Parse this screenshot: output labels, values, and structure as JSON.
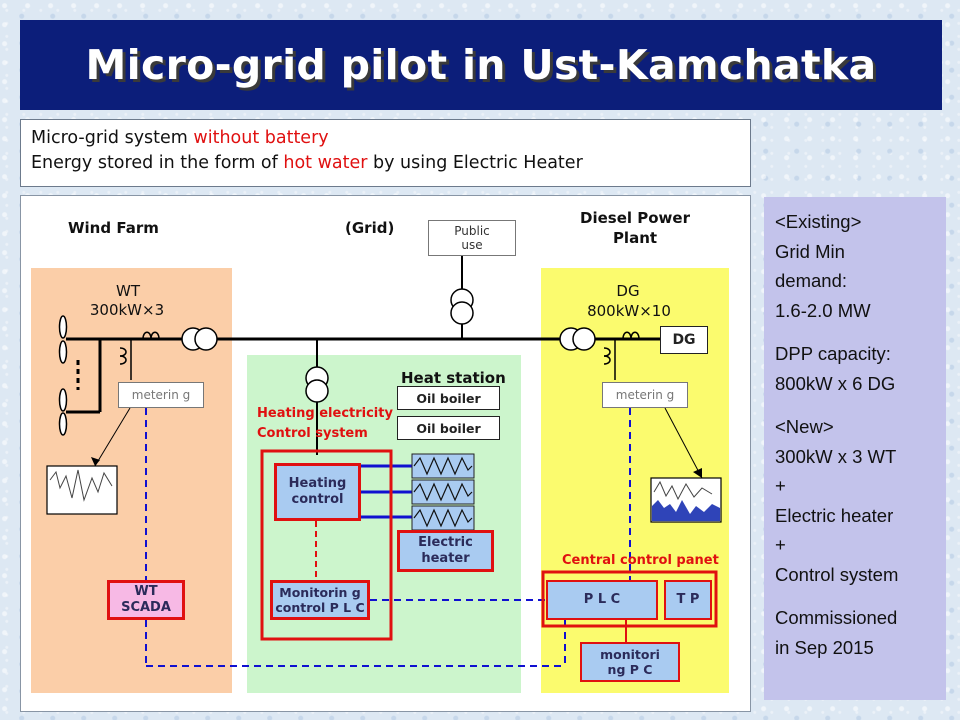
{
  "title": "Micro-grid pilot in Ust-Kamchatka",
  "intro": {
    "line1_a": "Micro-grid system ",
    "line1_b": "without battery",
    "line2_a": "Energy stored in the form of ",
    "line2_b": "hot water",
    "line2_c": " by using Electric Heater",
    "highlight_color": "#e01010"
  },
  "diagram": {
    "wind_farm": "Wind Farm",
    "grid": "(Grid)",
    "diesel_plant": "Diesel Power Plant",
    "public_use": "Public use",
    "wt_label": "WT",
    "wt_capacity": "300kW×3",
    "dg_label": "DG",
    "dg_capacity": "800kW×10",
    "dg_box": "DG",
    "metering_wt": "meterin g",
    "metering_dg": "meterin g",
    "heat_station": "Heat station",
    "oil_boiler_1": "Oil boiler",
    "oil_boiler_2": "Oil boiler",
    "heating_control_system": "Heating electricity Control system",
    "heating_control": "Heating control",
    "electric_heater": "Electric heater",
    "monitoring_plc": "Monitorin g control P L C",
    "wt_scada": "WT SCADA",
    "central_control_panel": "Central control panet",
    "plc": "P L C",
    "tp": "T P",
    "monitoring_pc": "monitori ng P C",
    "colors": {
      "wind_zone": "#fbcea8",
      "heat_zone": "#ccf5cc",
      "diesel_zone": "#fbfb6e",
      "control_blue": "#a9cbf1",
      "control_border": "#e01010",
      "signal_line": "#1010d0"
    }
  },
  "side_panel": {
    "existing_header": "<Existing>",
    "grid_min_1": "Grid Min",
    "grid_min_2": "demand:",
    "grid_min_3": "1.6-2.0 MW",
    "dpp_1": "DPP capacity:",
    "dpp_2": "800kW x 6 DG",
    "new_header": "<New>",
    "new_1": "300kW x 3 WT",
    "plus_1": "+",
    "new_2": "Electric heater",
    "plus_2": "+",
    "new_3": "Control system",
    "comm_1": "Commissioned",
    "comm_2": "in  Sep 2015",
    "background": "#c3c3eb"
  }
}
